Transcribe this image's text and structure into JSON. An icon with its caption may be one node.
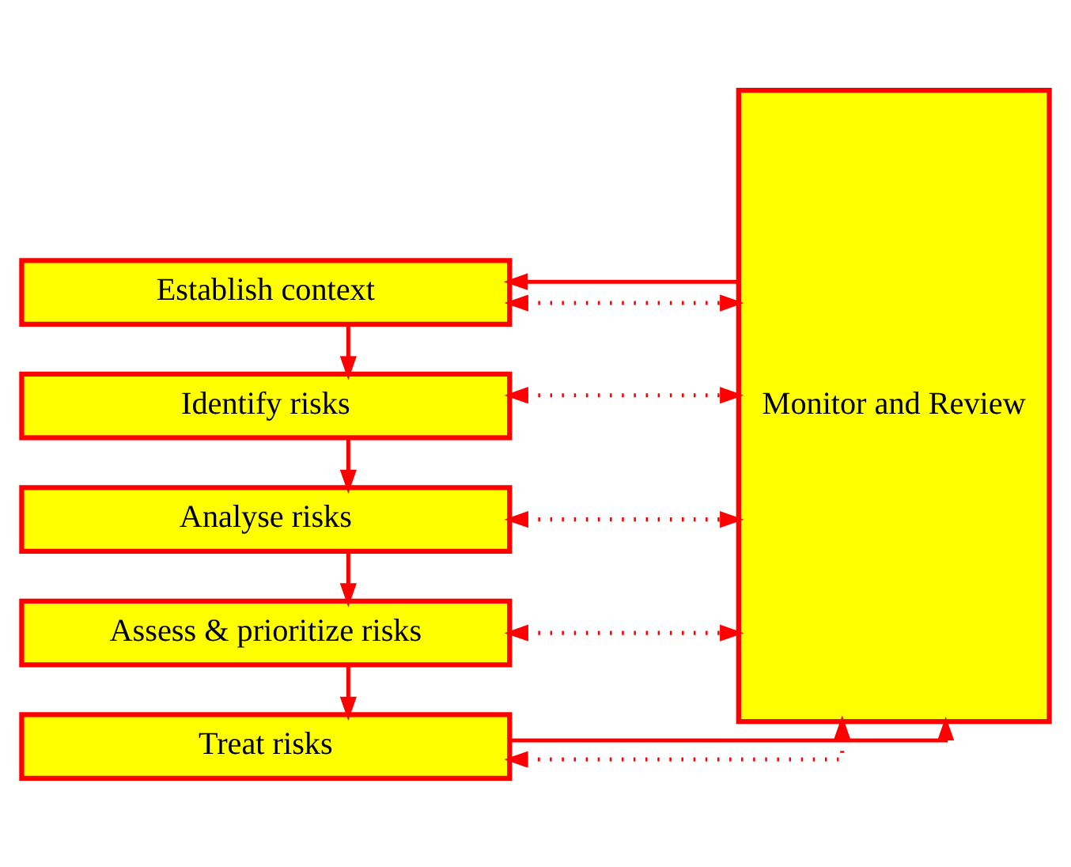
{
  "diagram": {
    "nodes": [
      {
        "text": [
          "Establish context"
        ]
      },
      {
        "text": [
          "Identify risks"
        ]
      },
      {
        "text": [
          "Analyse risks"
        ]
      },
      {
        "text": [
          "Assess & prioritize risks"
        ]
      },
      {
        "text": [
          "Treat risks"
        ]
      },
      {
        "text": [
          "Monitor and Review"
        ]
      }
    ],
    "edges": [
      {
        "from": 0,
        "to": 1,
        "arrow": "to"
      },
      {
        "from": 1,
        "to": 2,
        "arrow": "to"
      },
      {
        "from": 2,
        "to": 3,
        "arrow": "to"
      },
      {
        "from": 3,
        "to": 4,
        "arrow": "to"
      },
      {
        "from": 0,
        "to": 5,
        "arrow": "both",
        "style": "dashed"
      },
      {
        "from": 1,
        "to": 5,
        "arrow": "both",
        "style": "dashed"
      },
      {
        "from": 2,
        "to": 5,
        "arrow": "both",
        "style": "dashed"
      },
      {
        "from": 3,
        "to": 5,
        "arrow": "both",
        "style": "dashed"
      },
      {
        "from": 4,
        "to": 5,
        "arrow": "both",
        "style": "dashed"
      },
      {
        "from": 5,
        "to": 0,
        "arrow": "to"
      },
      {
        "from": 4,
        "to": 5,
        "arrow": "to"
      }
    ]
  }
}
